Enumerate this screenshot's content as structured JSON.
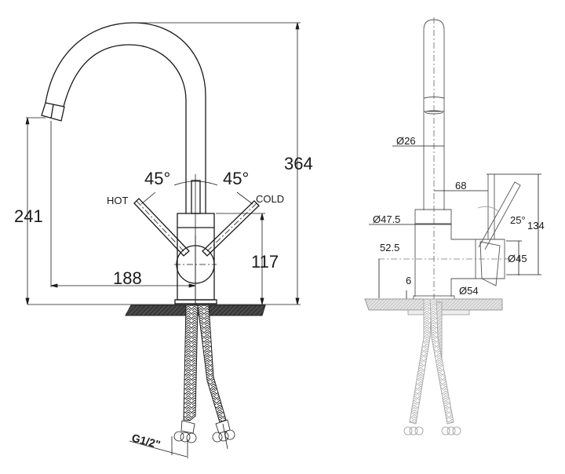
{
  "front_view": {
    "height_total": "364",
    "spout_height": "241",
    "spout_reach": "188",
    "body_height": "117",
    "angle_hot": "45°",
    "angle_cold": "45°",
    "label_hot": "HOT",
    "label_cold": "COLD",
    "connection": "G1/2\""
  },
  "side_view": {
    "spout_diameter": "Ø26",
    "handle_offset": "68",
    "body_diameter": "Ø47.5",
    "lever_angle": "25°",
    "handle_height": "134",
    "handle_axis_height": "52.5",
    "handle_diameter": "Ø45",
    "base_thickness": "6",
    "base_diameter": "Ø54"
  },
  "colors": {
    "line": "#1a1a1a",
    "countertop_front": "#444444",
    "countertop_side": "#bbbbbb"
  }
}
